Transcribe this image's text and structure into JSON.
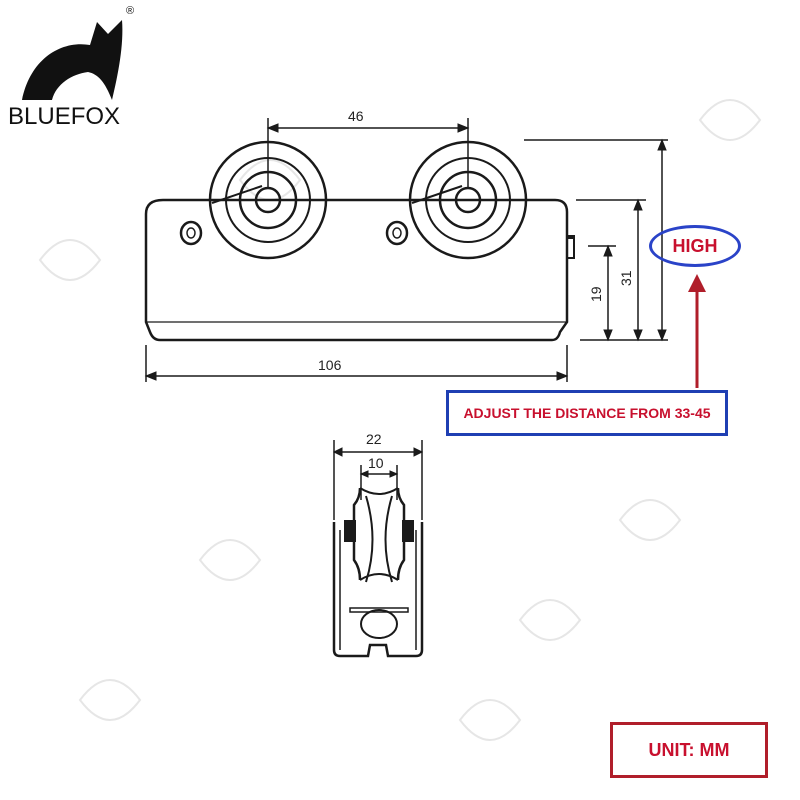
{
  "brand": {
    "name": "BLUEFOX",
    "registered_mark": "®"
  },
  "front_view": {
    "dim_wheel_spacing": "46",
    "dim_length": "106",
    "dim_height_inner": "19",
    "dim_height_outer": "31"
  },
  "side_view": {
    "dim_outer_width": "22",
    "dim_groove_width": "10"
  },
  "annotations": {
    "high_label": "HIGH",
    "adjust_note": "ADJUST THE DISTANCE FROM 33-45",
    "unit_note": "UNIT: MM"
  },
  "colors": {
    "line": "#1a1a1a",
    "accent_red": "#c8102e",
    "accent_blue": "#1f3fb3",
    "watermark": "#e4e4e4"
  },
  "icons": {
    "logo": "fox-head-icon",
    "arrow": "up-arrow-icon"
  }
}
